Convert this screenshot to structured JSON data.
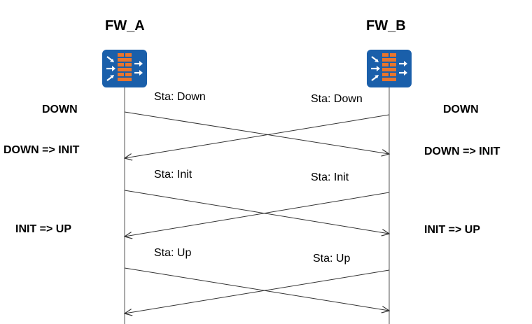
{
  "nodes": {
    "left": {
      "name": "FW_A"
    },
    "right": {
      "name": "FW_B"
    }
  },
  "states": {
    "left": [
      "DOWN",
      "DOWN => INIT",
      "INIT => UP"
    ],
    "right": [
      "DOWN",
      "DOWN => INIT",
      "INIT => UP"
    ]
  },
  "messages": {
    "left": [
      "Sta: Down",
      "Sta: Init",
      "Sta: Up"
    ],
    "right": [
      "Sta: Down",
      "Sta: Init",
      "Sta: Up"
    ]
  },
  "colors": {
    "icon_bg": "#1a5faa",
    "brick": "#e8752d",
    "line": "#333333"
  }
}
